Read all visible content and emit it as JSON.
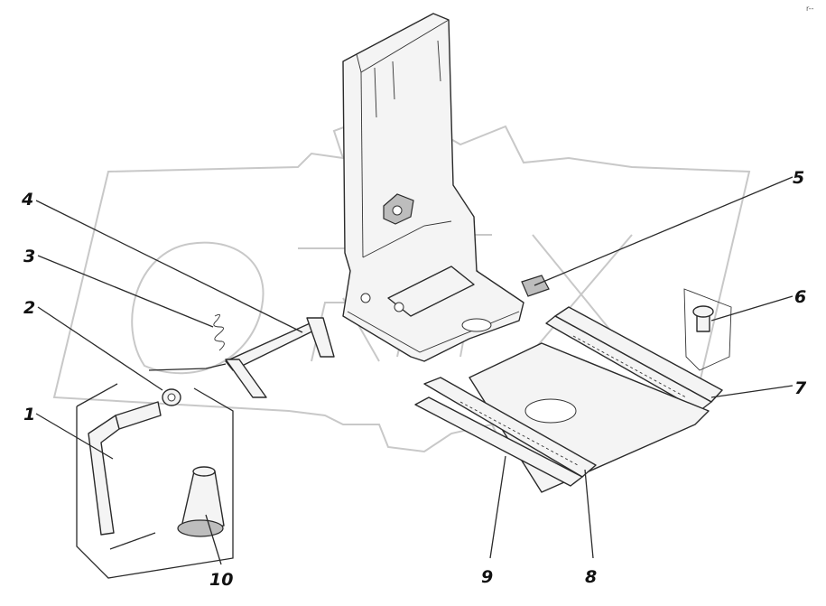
{
  "diagram": {
    "callouts": [
      "1",
      "2",
      "3",
      "4",
      "5",
      "6",
      "7",
      "8",
      "9",
      "10"
    ],
    "corner_mark": "r--"
  }
}
